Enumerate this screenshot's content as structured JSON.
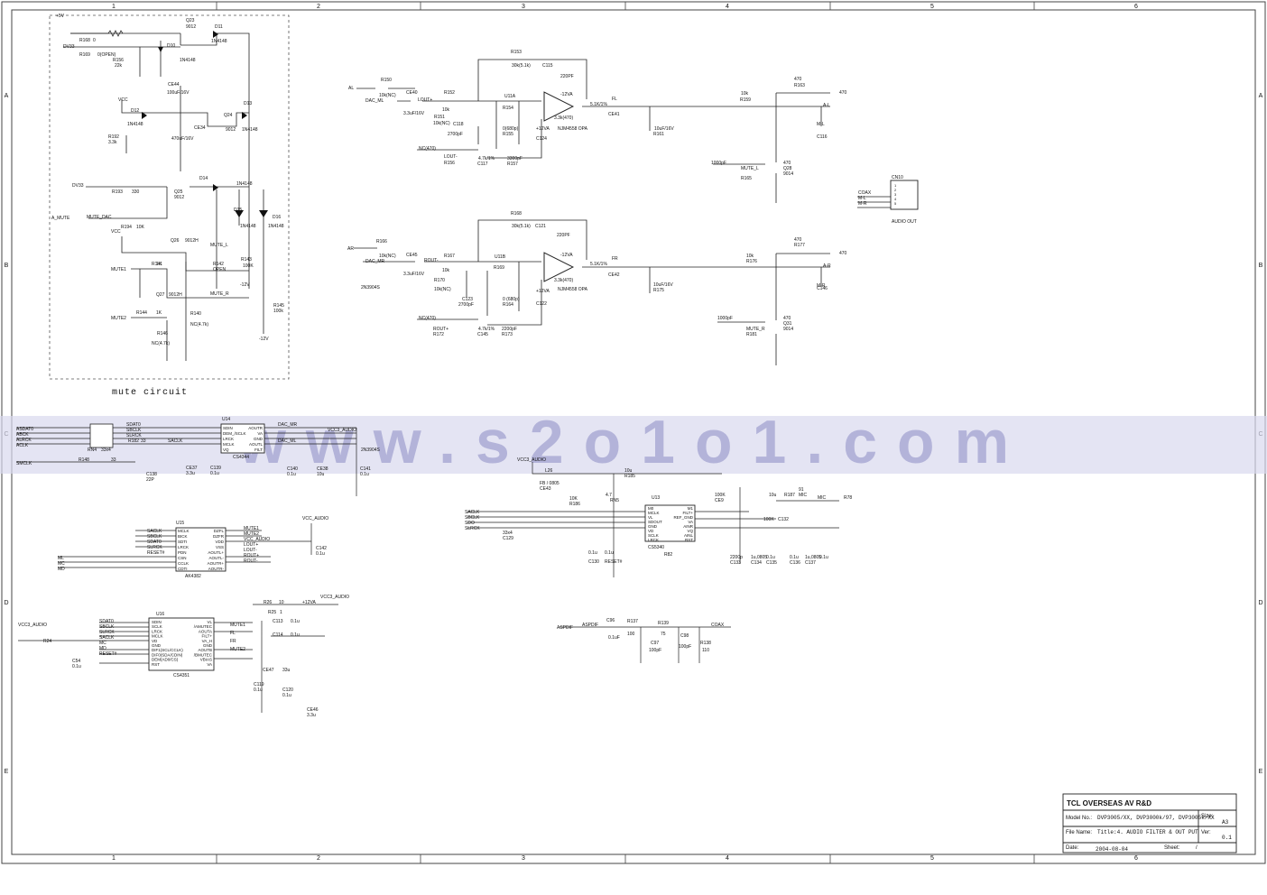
{
  "frame": {
    "cols": [
      "1",
      "2",
      "3",
      "4",
      "5",
      "6"
    ],
    "rows": [
      "A",
      "B",
      "C",
      "D",
      "E"
    ]
  },
  "title_block": {
    "company": "TCL OVERSEAS AV R&D",
    "model_label": "Model No.:",
    "model_value": "DVP3005/XX, DVP3000k/97, DVP3005k/XX",
    "size_label": "Size:",
    "size_value": "A3",
    "file_label": "File Name:",
    "file_value": "Title:4. AUDIO FILTER & OUT PUT",
    "ver_label": "Ver:",
    "ver_value": "0.1",
    "date_label": "Date:",
    "date_value": "2004-08-04",
    "sheet_label": "Sheet:",
    "sheet_value": "/"
  },
  "watermark": "www.s2o1o1.com",
  "mute_circuit": {
    "caption": "mute circuit",
    "labels": [
      "+5V",
      "R168",
      "0",
      "DV33",
      "R169",
      "0(OPEN)",
      "R156",
      "22k",
      "Q23",
      "9012",
      "D10",
      "1N4148",
      "D11",
      "1N4148",
      "CE44",
      "100uF/16V",
      "VCC",
      "D12",
      "1N4148",
      "R192",
      "3.3k",
      "CE34",
      "470uF/16V",
      "Q24",
      "9012",
      "D13",
      "1N4148",
      "DV33",
      "R193",
      "330",
      "Q25",
      "9012",
      "D14",
      "1N4148",
      "A_MUTE",
      "MUTE_DAC",
      "D15",
      "1N4148",
      "D16",
      "1N4148",
      "VCC",
      "R194",
      "10K",
      "Q26",
      "9012H",
      "MUTE_L",
      "R141",
      "1K",
      "R142",
      "OPEN",
      "R143",
      "100K",
      "-12V",
      "MUTE1",
      "Q27",
      "9012H",
      "MUTE_R",
      "R144",
      "1K",
      "R140",
      "NC(4.7k)",
      "R146",
      "NC(4.7k)",
      "MUTE2",
      "R145",
      "100k",
      "-12V"
    ]
  },
  "left_channel": {
    "labels": [
      "AL",
      "R150",
      "10k(NC)",
      "DAC_ML",
      "CE40",
      "3.3uF/16V",
      "LOUT+",
      "R152",
      "10k",
      "R151",
      "10k(NC)",
      "C118",
      "2700pF",
      "R153",
      "30k(5.1k)",
      "C115",
      "220PF",
      "-12VA",
      "U11A",
      "R154",
      "3.3k(470)",
      "NJM4558 OPA",
      "+12VA",
      "C124",
      "0(680p)",
      "R155",
      "NC(470)",
      "LOUT-",
      "R156",
      "4.7k/1%",
      "C117",
      "3300pF",
      "R157",
      "5.1K/1%",
      "FL",
      "CE41",
      "10uF/16V",
      "R161",
      "10k",
      "R159",
      "470",
      "R163",
      "470",
      "A-L",
      "M-L",
      "C116",
      "1000pF",
      "MUTE_L",
      "R165",
      "470",
      "Q28",
      "9014",
      "2N3904S"
    ]
  },
  "right_channel": {
    "labels": [
      "AR",
      "R166",
      "10k(NC)",
      "DAC_MR",
      "CE45",
      "3.3uF/16V",
      "ROUT-",
      "R167",
      "10k",
      "R170",
      "10k(NC)",
      "C123",
      "2700pF",
      "R168",
      "30k(5.1k)",
      "C121",
      "220PF",
      "-12VA",
      "U11B",
      "R169",
      "3.3k(470)",
      "NJM4558 OPA",
      "+12VA",
      "C122",
      "0 (680p)",
      "R164",
      "NC(470)",
      "ROUT+",
      "R172",
      "4.7k/1%",
      "C145",
      "2200pF",
      "R173",
      "5.1K/1%",
      "FR",
      "CE42",
      "10uF/16V",
      "R175",
      "10k",
      "R176",
      "470",
      "R177",
      "470",
      "A-R",
      "M-R",
      "C146",
      "1000pF",
      "MUTE_R",
      "R181",
      "470",
      "Q31",
      "9014",
      "2N3904S"
    ]
  },
  "audio_out": {
    "ref": "CN10",
    "caption": "AUDIO OUT",
    "signals": [
      "COAX",
      "M-L",
      "M-R"
    ],
    "pins": [
      "1",
      "2",
      "3",
      "4",
      "5"
    ]
  },
  "u14": {
    "ref": "U14",
    "part": "CS4344",
    "left_nets": [
      "ASDAT0",
      "ABCK",
      "ALRCK",
      "ACLK",
      "SMCLK"
    ],
    "left_labels": [
      "RN4",
      "33x4",
      "R148",
      "33",
      "R182",
      "33",
      "SDAT0",
      "SBCLK",
      "SLRCK",
      "SACLK",
      "C138",
      "22P",
      "CE37",
      "3.3u",
      "C139",
      "0.1u"
    ],
    "pins_left": [
      "SDIN",
      "DEM_/SCLK",
      "LRCK",
      "MCLK",
      "VQ"
    ],
    "pins_right": [
      "AOUTR",
      "VA",
      "GND",
      "AOUTL",
      "FILT"
    ],
    "right_labels": [
      "DAC_MR",
      "DAC_ML",
      "VCC3_AUDIO",
      "C140",
      "0.1u",
      "CE38",
      "10u",
      "C141",
      "0.1u"
    ]
  },
  "u15": {
    "ref": "U15",
    "part": "AK4382",
    "pins_left": [
      "MCLK",
      "BICK",
      "SDTI",
      "LRCK",
      "PDN",
      "CSN",
      "CCLK",
      "CDTI"
    ],
    "pins_right": [
      "DZFL",
      "DZFR",
      "VDD",
      "VSS",
      "AOUTL+",
      "AOUTL-",
      "AOUTR+",
      "AOUTR-"
    ],
    "left_nets": [
      "SACLK",
      "SBCLK",
      "SDAT0",
      "SLRCK",
      "RESET#",
      "ML",
      "MC",
      "MD"
    ],
    "right_nets": [
      "MUTE1",
      "MUTE2",
      "VCC_AUDIO",
      "LOUT+",
      "LOUT-",
      "ROUT+",
      "ROUT-"
    ],
    "extra_labels": [
      "VCC_AUDIO",
      "C142",
      "0.1u"
    ]
  },
  "u16": {
    "ref": "U16",
    "part": "CS4351",
    "pins_left": [
      "SDIN",
      "SCLK",
      "LRCK",
      "MCLK",
      "VD",
      "GND",
      "DIF1(SCL/CCLK)",
      "DIF0(SDA/CDIN)",
      "DEM(AD0/CS)",
      "RST"
    ],
    "pins_right": [
      "VL",
      "/AMUTEC",
      "AOUTA",
      "FILT+",
      "VA_H",
      "GND",
      "AOUTB",
      "/BMUTEC",
      "VBIAS",
      "VA"
    ],
    "left_nets": [
      "SDAT0",
      "SBCLK",
      "SLRCK",
      "SACLK",
      "MC",
      "MD",
      "RESET#"
    ],
    "right_nets": [
      "MUTE1",
      "FL",
      "FR",
      "MUTE2"
    ],
    "extra_labels": [
      "VCC3_AUDIO",
      "R24",
      "C54",
      "0.1u",
      "R26",
      "10",
      "+12VA",
      "VCC3_AUDIO",
      "R25",
      "1",
      "C113",
      "0.1u",
      "C114",
      "0.1u",
      "CE47",
      "33u",
      "C119",
      "0.1u",
      "C120",
      "0.1u",
      "CE46",
      "3.3u"
    ]
  },
  "u13": {
    "ref": "U13",
    "part": "CS5340",
    "pins_left": [
      "M0",
      "MCLK",
      "VL",
      "SDOUT",
      "GND",
      "VD",
      "SCLK",
      "LRCK"
    ],
    "pins_right": [
      "M1",
      "FILT+",
      "REF_GND",
      "VA",
      "AINR",
      "VQ",
      "AINL",
      "RST"
    ],
    "left_nets": [
      "SACLK",
      "SBCLK",
      "SDO",
      "SLRCK"
    ],
    "labels": [
      "VCC3_AUDIO",
      "L26",
      "FB / 0805",
      "CE43",
      "10u",
      "R185",
      "10K",
      "R186",
      "4.7",
      "RN5",
      "33x4",
      "C129",
      "0.1u",
      "C130",
      "0.1u",
      "RESET#",
      "R82",
      "100K",
      "CE9",
      "10u",
      "R187",
      "91",
      "MIC",
      "MIC",
      "R78",
      "100K",
      "C132",
      "2200p",
      "C133",
      "1u,0805",
      "C134",
      "0.1u",
      "C135",
      "0.1u",
      "C136",
      "1u,0805",
      "C137",
      "0.1u"
    ]
  },
  "spdif": {
    "labels": [
      "ASPDIF",
      "ASPDIF",
      "C96",
      "0.1uF",
      "R137",
      "100",
      "R139",
      "75",
      "COAX",
      "C97",
      "100pF",
      "C98",
      "100pF",
      "R138",
      "110"
    ]
  }
}
